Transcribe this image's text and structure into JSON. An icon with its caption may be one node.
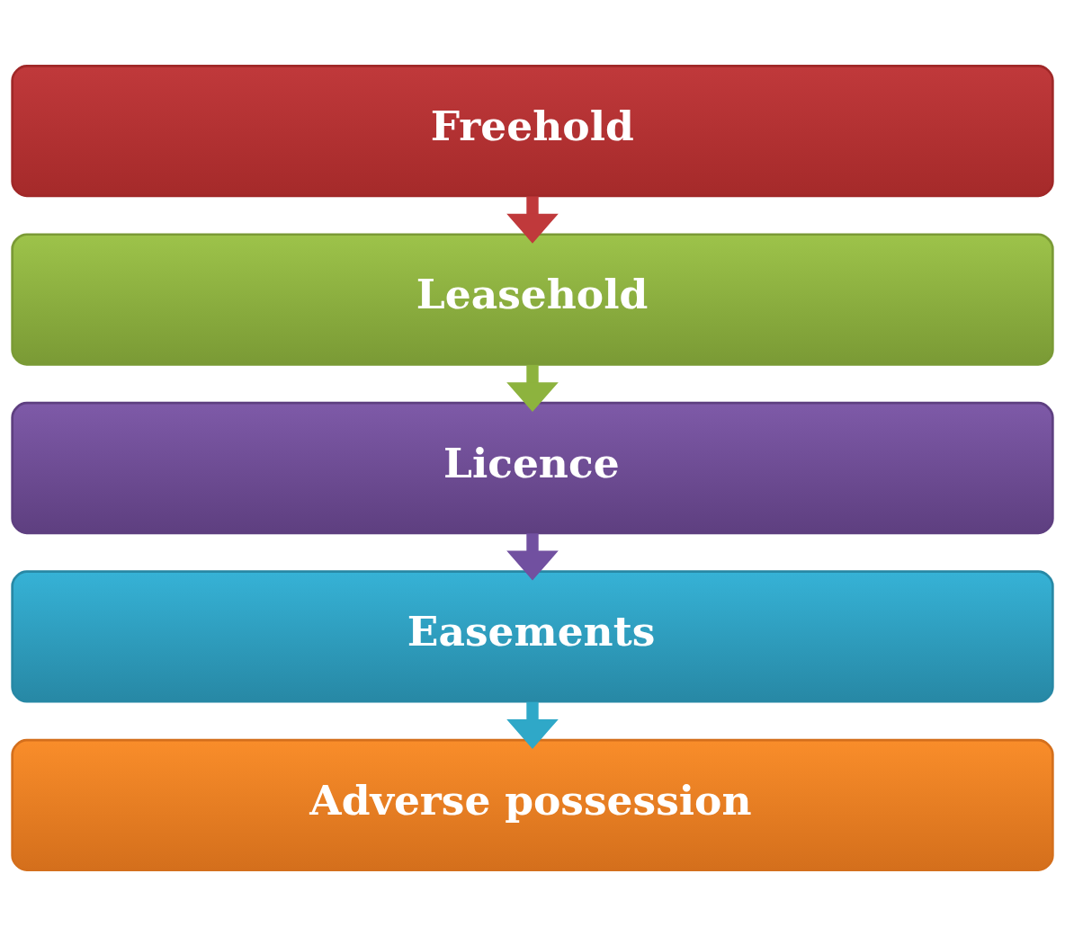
{
  "diagram": {
    "nodes": [
      {
        "text": [
          "Freehold"
        ]
      },
      {
        "text": [
          "Leasehold"
        ]
      },
      {
        "text": [
          "Licence"
        ]
      },
      {
        "text": [
          "Easements"
        ]
      },
      {
        "text": [
          "Adverse possession"
        ]
      }
    ],
    "edges": [
      {
        "from": 0,
        "to": 1,
        "arrow": "to",
        "color": "#c0393b"
      },
      {
        "from": 1,
        "to": 2,
        "arrow": "to",
        "color": "#8db33e"
      },
      {
        "from": 2,
        "to": 3,
        "arrow": "to",
        "color": "#7150a0"
      },
      {
        "from": 3,
        "to": 4,
        "arrow": "to",
        "color": "#2fa8c8"
      }
    ]
  }
}
